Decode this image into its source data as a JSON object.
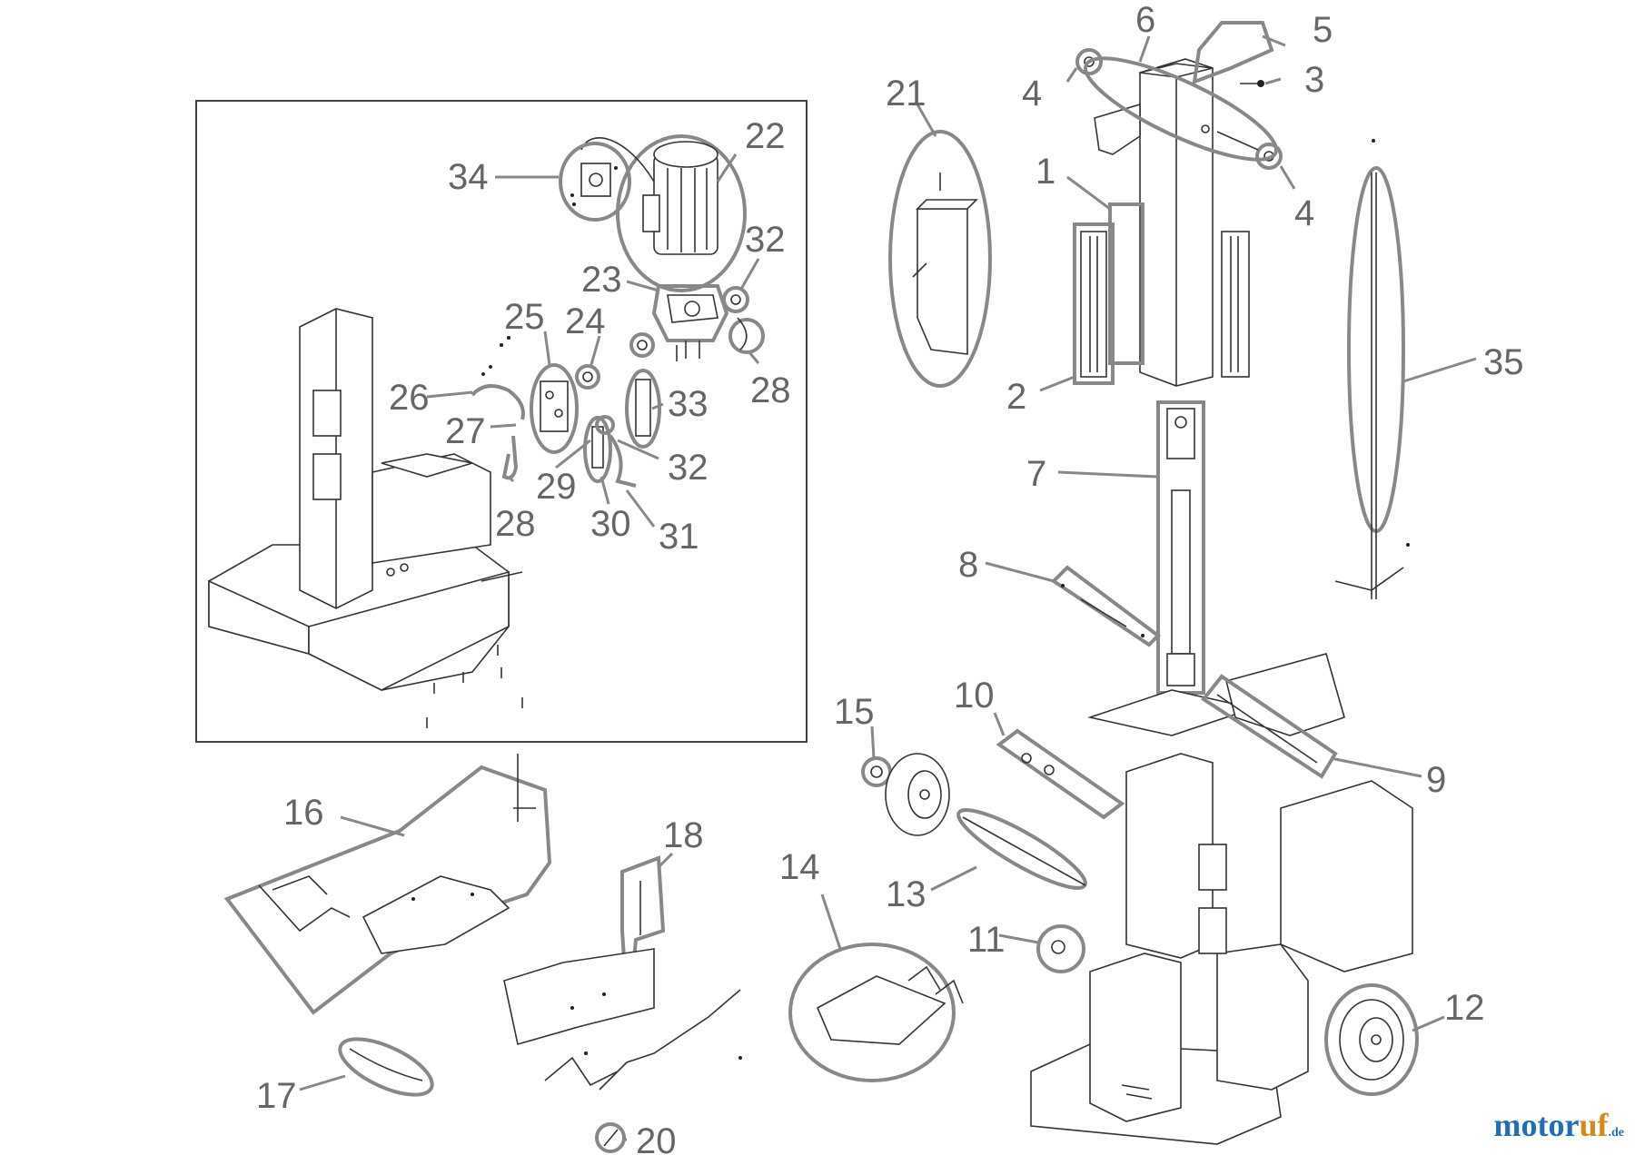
{
  "parts": {
    "p1": "1",
    "p2": "2",
    "p3": "3",
    "p4a": "4",
    "p4b": "4",
    "p5": "5",
    "p6": "6",
    "p7": "7",
    "p8": "8",
    "p9": "9",
    "p10": "10",
    "p11": "11",
    "p12": "12",
    "p13": "13",
    "p14": "14",
    "p15": "15",
    "p16": "16",
    "p17": "17",
    "p18": "18",
    "p20": "20",
    "p21": "21",
    "p22": "22",
    "p23": "23",
    "p24": "24",
    "p25": "25",
    "p26": "26",
    "p27": "27",
    "p28a": "28",
    "p28b": "28",
    "p29": "29",
    "p30": "30",
    "p31": "31",
    "p32a": "32",
    "p32b": "32",
    "p33": "33",
    "p34": "34",
    "p35": "35"
  },
  "watermark": {
    "brand_a": "motor",
    "brand_b": "uf",
    "suffix": ".de"
  }
}
